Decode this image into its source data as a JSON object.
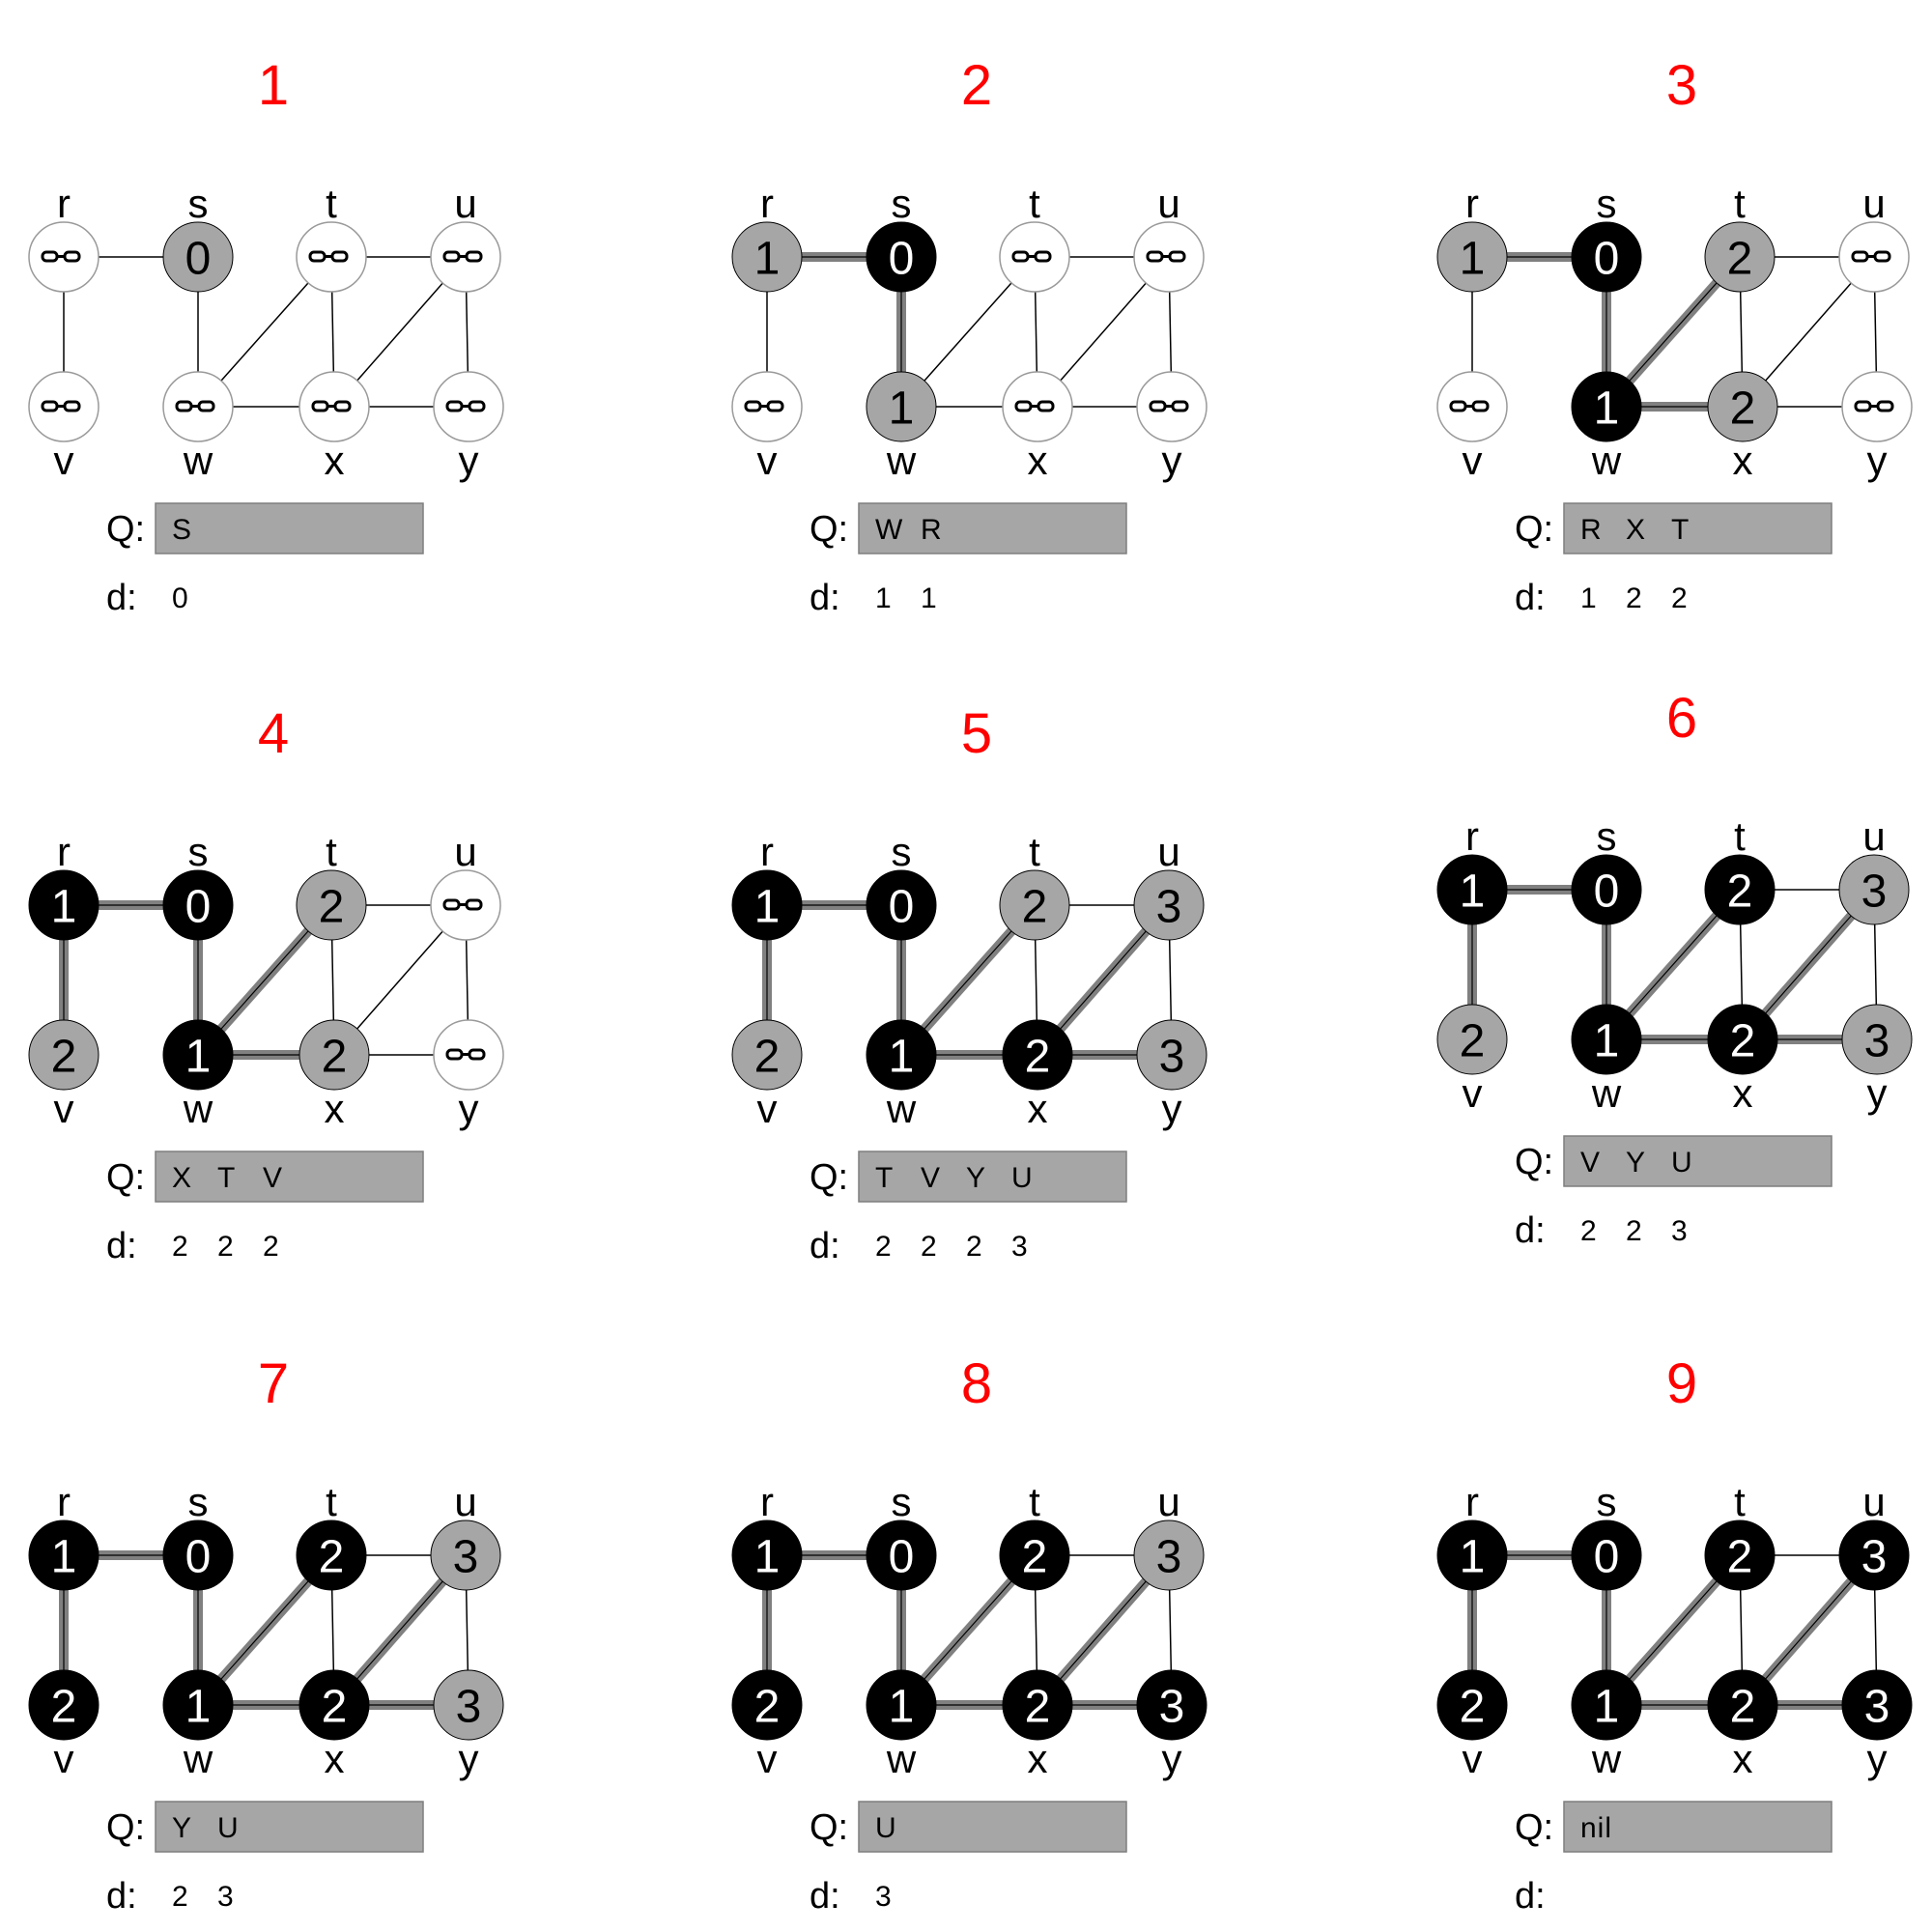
{
  "colors": {
    "title": "#ff0000",
    "white_node": "#ffffff",
    "gray_node": "#a6a6a6",
    "black_node": "#000000",
    "queue_fill": "#a6a6a6",
    "tree_edge": "#808080"
  },
  "vertex_names": [
    "r",
    "s",
    "t",
    "u",
    "v",
    "w",
    "x",
    "y"
  ],
  "edges": [
    [
      "r",
      "s"
    ],
    [
      "r",
      "v"
    ],
    [
      "s",
      "w"
    ],
    [
      "w",
      "t"
    ],
    [
      "w",
      "x"
    ],
    [
      "t",
      "x"
    ],
    [
      "t",
      "u"
    ],
    [
      "x",
      "u"
    ],
    [
      "x",
      "y"
    ],
    [
      "u",
      "y"
    ]
  ],
  "queue_label": "Q:",
  "dist_label": "d:",
  "infinity_symbol": "∞",
  "panels": [
    {
      "title": "1",
      "nodes": {
        "r": {
          "d": "∞",
          "color": "white"
        },
        "s": {
          "d": "0",
          "color": "gray"
        },
        "t": {
          "d": "∞",
          "color": "white"
        },
        "u": {
          "d": "∞",
          "color": "white"
        },
        "v": {
          "d": "∞",
          "color": "white"
        },
        "w": {
          "d": "∞",
          "color": "white"
        },
        "x": {
          "d": "∞",
          "color": "white"
        },
        "y": {
          "d": "∞",
          "color": "white"
        }
      },
      "tree_edges": [],
      "queue": [
        "S"
      ],
      "d": [
        "0"
      ]
    },
    {
      "title": "2",
      "nodes": {
        "r": {
          "d": "1",
          "color": "gray"
        },
        "s": {
          "d": "0",
          "color": "black"
        },
        "t": {
          "d": "∞",
          "color": "white"
        },
        "u": {
          "d": "∞",
          "color": "white"
        },
        "v": {
          "d": "∞",
          "color": "white"
        },
        "w": {
          "d": "1",
          "color": "gray"
        },
        "x": {
          "d": "∞",
          "color": "white"
        },
        "y": {
          "d": "∞",
          "color": "white"
        }
      },
      "tree_edges": [
        [
          "r",
          "s"
        ],
        [
          "s",
          "w"
        ]
      ],
      "queue": [
        "W",
        "R"
      ],
      "d": [
        "1",
        "1"
      ]
    },
    {
      "title": "3",
      "nodes": {
        "r": {
          "d": "1",
          "color": "gray"
        },
        "s": {
          "d": "0",
          "color": "black"
        },
        "t": {
          "d": "2",
          "color": "gray"
        },
        "u": {
          "d": "∞",
          "color": "white"
        },
        "v": {
          "d": "∞",
          "color": "white"
        },
        "w": {
          "d": "1",
          "color": "black"
        },
        "x": {
          "d": "2",
          "color": "gray"
        },
        "y": {
          "d": "∞",
          "color": "white"
        }
      },
      "tree_edges": [
        [
          "r",
          "s"
        ],
        [
          "s",
          "w"
        ],
        [
          "w",
          "t"
        ],
        [
          "w",
          "x"
        ]
      ],
      "queue": [
        "R",
        "X",
        "T"
      ],
      "d": [
        "1",
        "2",
        "2"
      ]
    },
    {
      "title": "4",
      "nodes": {
        "r": {
          "d": "1",
          "color": "black"
        },
        "s": {
          "d": "0",
          "color": "black"
        },
        "t": {
          "d": "2",
          "color": "gray"
        },
        "u": {
          "d": "∞",
          "color": "white"
        },
        "v": {
          "d": "2",
          "color": "gray"
        },
        "w": {
          "d": "1",
          "color": "black"
        },
        "x": {
          "d": "2",
          "color": "gray"
        },
        "y": {
          "d": "∞",
          "color": "white"
        }
      },
      "tree_edges": [
        [
          "r",
          "s"
        ],
        [
          "r",
          "v"
        ],
        [
          "s",
          "w"
        ],
        [
          "w",
          "t"
        ],
        [
          "w",
          "x"
        ]
      ],
      "queue": [
        "X",
        "T",
        "V"
      ],
      "d": [
        "2",
        "2",
        "2"
      ]
    },
    {
      "title": "5",
      "nodes": {
        "r": {
          "d": "1",
          "color": "black"
        },
        "s": {
          "d": "0",
          "color": "black"
        },
        "t": {
          "d": "2",
          "color": "gray"
        },
        "u": {
          "d": "3",
          "color": "gray"
        },
        "v": {
          "d": "2",
          "color": "gray"
        },
        "w": {
          "d": "1",
          "color": "black"
        },
        "x": {
          "d": "2",
          "color": "black"
        },
        "y": {
          "d": "3",
          "color": "gray"
        }
      },
      "tree_edges": [
        [
          "r",
          "s"
        ],
        [
          "r",
          "v"
        ],
        [
          "s",
          "w"
        ],
        [
          "w",
          "t"
        ],
        [
          "w",
          "x"
        ],
        [
          "x",
          "u"
        ],
        [
          "x",
          "y"
        ]
      ],
      "queue": [
        "T",
        "V",
        "Y",
        "U"
      ],
      "d": [
        "2",
        "2",
        "2",
        "3"
      ]
    },
    {
      "title": "6",
      "nodes": {
        "r": {
          "d": "1",
          "color": "black"
        },
        "s": {
          "d": "0",
          "color": "black"
        },
        "t": {
          "d": "2",
          "color": "black"
        },
        "u": {
          "d": "3",
          "color": "gray"
        },
        "v": {
          "d": "2",
          "color": "gray"
        },
        "w": {
          "d": "1",
          "color": "black"
        },
        "x": {
          "d": "2",
          "color": "black"
        },
        "y": {
          "d": "3",
          "color": "gray"
        }
      },
      "tree_edges": [
        [
          "r",
          "s"
        ],
        [
          "r",
          "v"
        ],
        [
          "s",
          "w"
        ],
        [
          "w",
          "t"
        ],
        [
          "w",
          "x"
        ],
        [
          "x",
          "u"
        ],
        [
          "x",
          "y"
        ]
      ],
      "queue": [
        "V",
        "Y",
        "U"
      ],
      "d": [
        "2",
        "2",
        "3"
      ]
    },
    {
      "title": "7",
      "nodes": {
        "r": {
          "d": "1",
          "color": "black"
        },
        "s": {
          "d": "0",
          "color": "black"
        },
        "t": {
          "d": "2",
          "color": "black"
        },
        "u": {
          "d": "3",
          "color": "gray"
        },
        "v": {
          "d": "2",
          "color": "black"
        },
        "w": {
          "d": "1",
          "color": "black"
        },
        "x": {
          "d": "2",
          "color": "black"
        },
        "y": {
          "d": "3",
          "color": "gray"
        }
      },
      "tree_edges": [
        [
          "r",
          "s"
        ],
        [
          "r",
          "v"
        ],
        [
          "s",
          "w"
        ],
        [
          "w",
          "t"
        ],
        [
          "w",
          "x"
        ],
        [
          "x",
          "u"
        ],
        [
          "x",
          "y"
        ]
      ],
      "queue": [
        "Y",
        "U"
      ],
      "d": [
        "2",
        "3"
      ]
    },
    {
      "title": "8",
      "nodes": {
        "r": {
          "d": "1",
          "color": "black"
        },
        "s": {
          "d": "0",
          "color": "black"
        },
        "t": {
          "d": "2",
          "color": "black"
        },
        "u": {
          "d": "3",
          "color": "gray"
        },
        "v": {
          "d": "2",
          "color": "black"
        },
        "w": {
          "d": "1",
          "color": "black"
        },
        "x": {
          "d": "2",
          "color": "black"
        },
        "y": {
          "d": "3",
          "color": "black"
        }
      },
      "tree_edges": [
        [
          "r",
          "s"
        ],
        [
          "r",
          "v"
        ],
        [
          "s",
          "w"
        ],
        [
          "w",
          "t"
        ],
        [
          "w",
          "x"
        ],
        [
          "x",
          "u"
        ],
        [
          "x",
          "y"
        ]
      ],
      "queue": [
        "U"
      ],
      "d": [
        "3"
      ]
    },
    {
      "title": "9",
      "nodes": {
        "r": {
          "d": "1",
          "color": "black"
        },
        "s": {
          "d": "0",
          "color": "black"
        },
        "t": {
          "d": "2",
          "color": "black"
        },
        "u": {
          "d": "3",
          "color": "black"
        },
        "v": {
          "d": "2",
          "color": "black"
        },
        "w": {
          "d": "1",
          "color": "black"
        },
        "x": {
          "d": "2",
          "color": "black"
        },
        "y": {
          "d": "3",
          "color": "black"
        }
      },
      "tree_edges": [
        [
          "r",
          "s"
        ],
        [
          "r",
          "v"
        ],
        [
          "s",
          "w"
        ],
        [
          "w",
          "t"
        ],
        [
          "w",
          "x"
        ],
        [
          "x",
          "u"
        ],
        [
          "x",
          "y"
        ]
      ],
      "queue": [
        "nil"
      ],
      "d": []
    }
  ]
}
